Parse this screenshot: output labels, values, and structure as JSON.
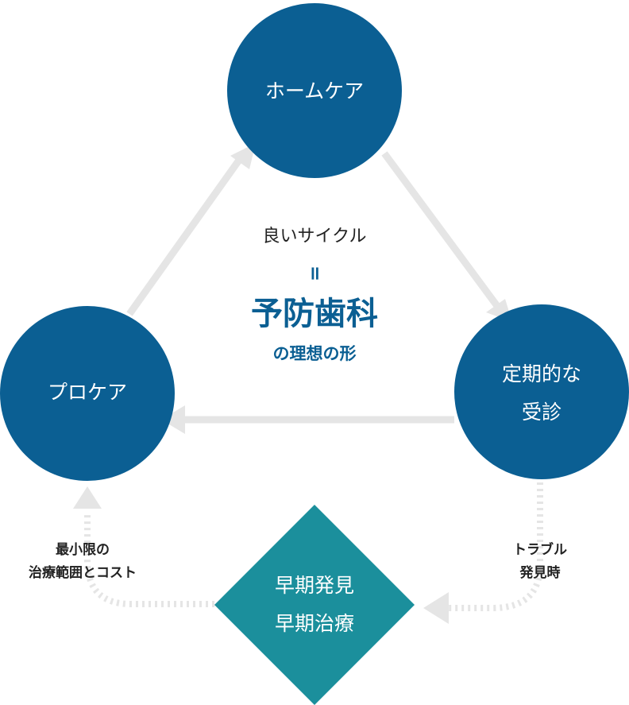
{
  "colors": {
    "circle": "#0b5f93",
    "diamond": "#1b8f9c",
    "arrow": "#e5e5e5",
    "heading": "#0b5f93",
    "text": "#222222"
  },
  "nodes": {
    "home_care": "ホームケア",
    "regular_checkup_line1": "定期的な",
    "regular_checkup_line2": "受診",
    "pro_care": "プロケア"
  },
  "center": {
    "subtitle": "良いサイクル",
    "equals": "=",
    "title": "予防歯科",
    "caption": "の理想の形"
  },
  "diamond": {
    "line1": "早期発見",
    "line2": "早期治療"
  },
  "labels": {
    "trouble_line1": "トラブル",
    "trouble_line2": "発見時",
    "minimal_line1": "最小限の",
    "minimal_line2": "治療範囲とコスト"
  }
}
